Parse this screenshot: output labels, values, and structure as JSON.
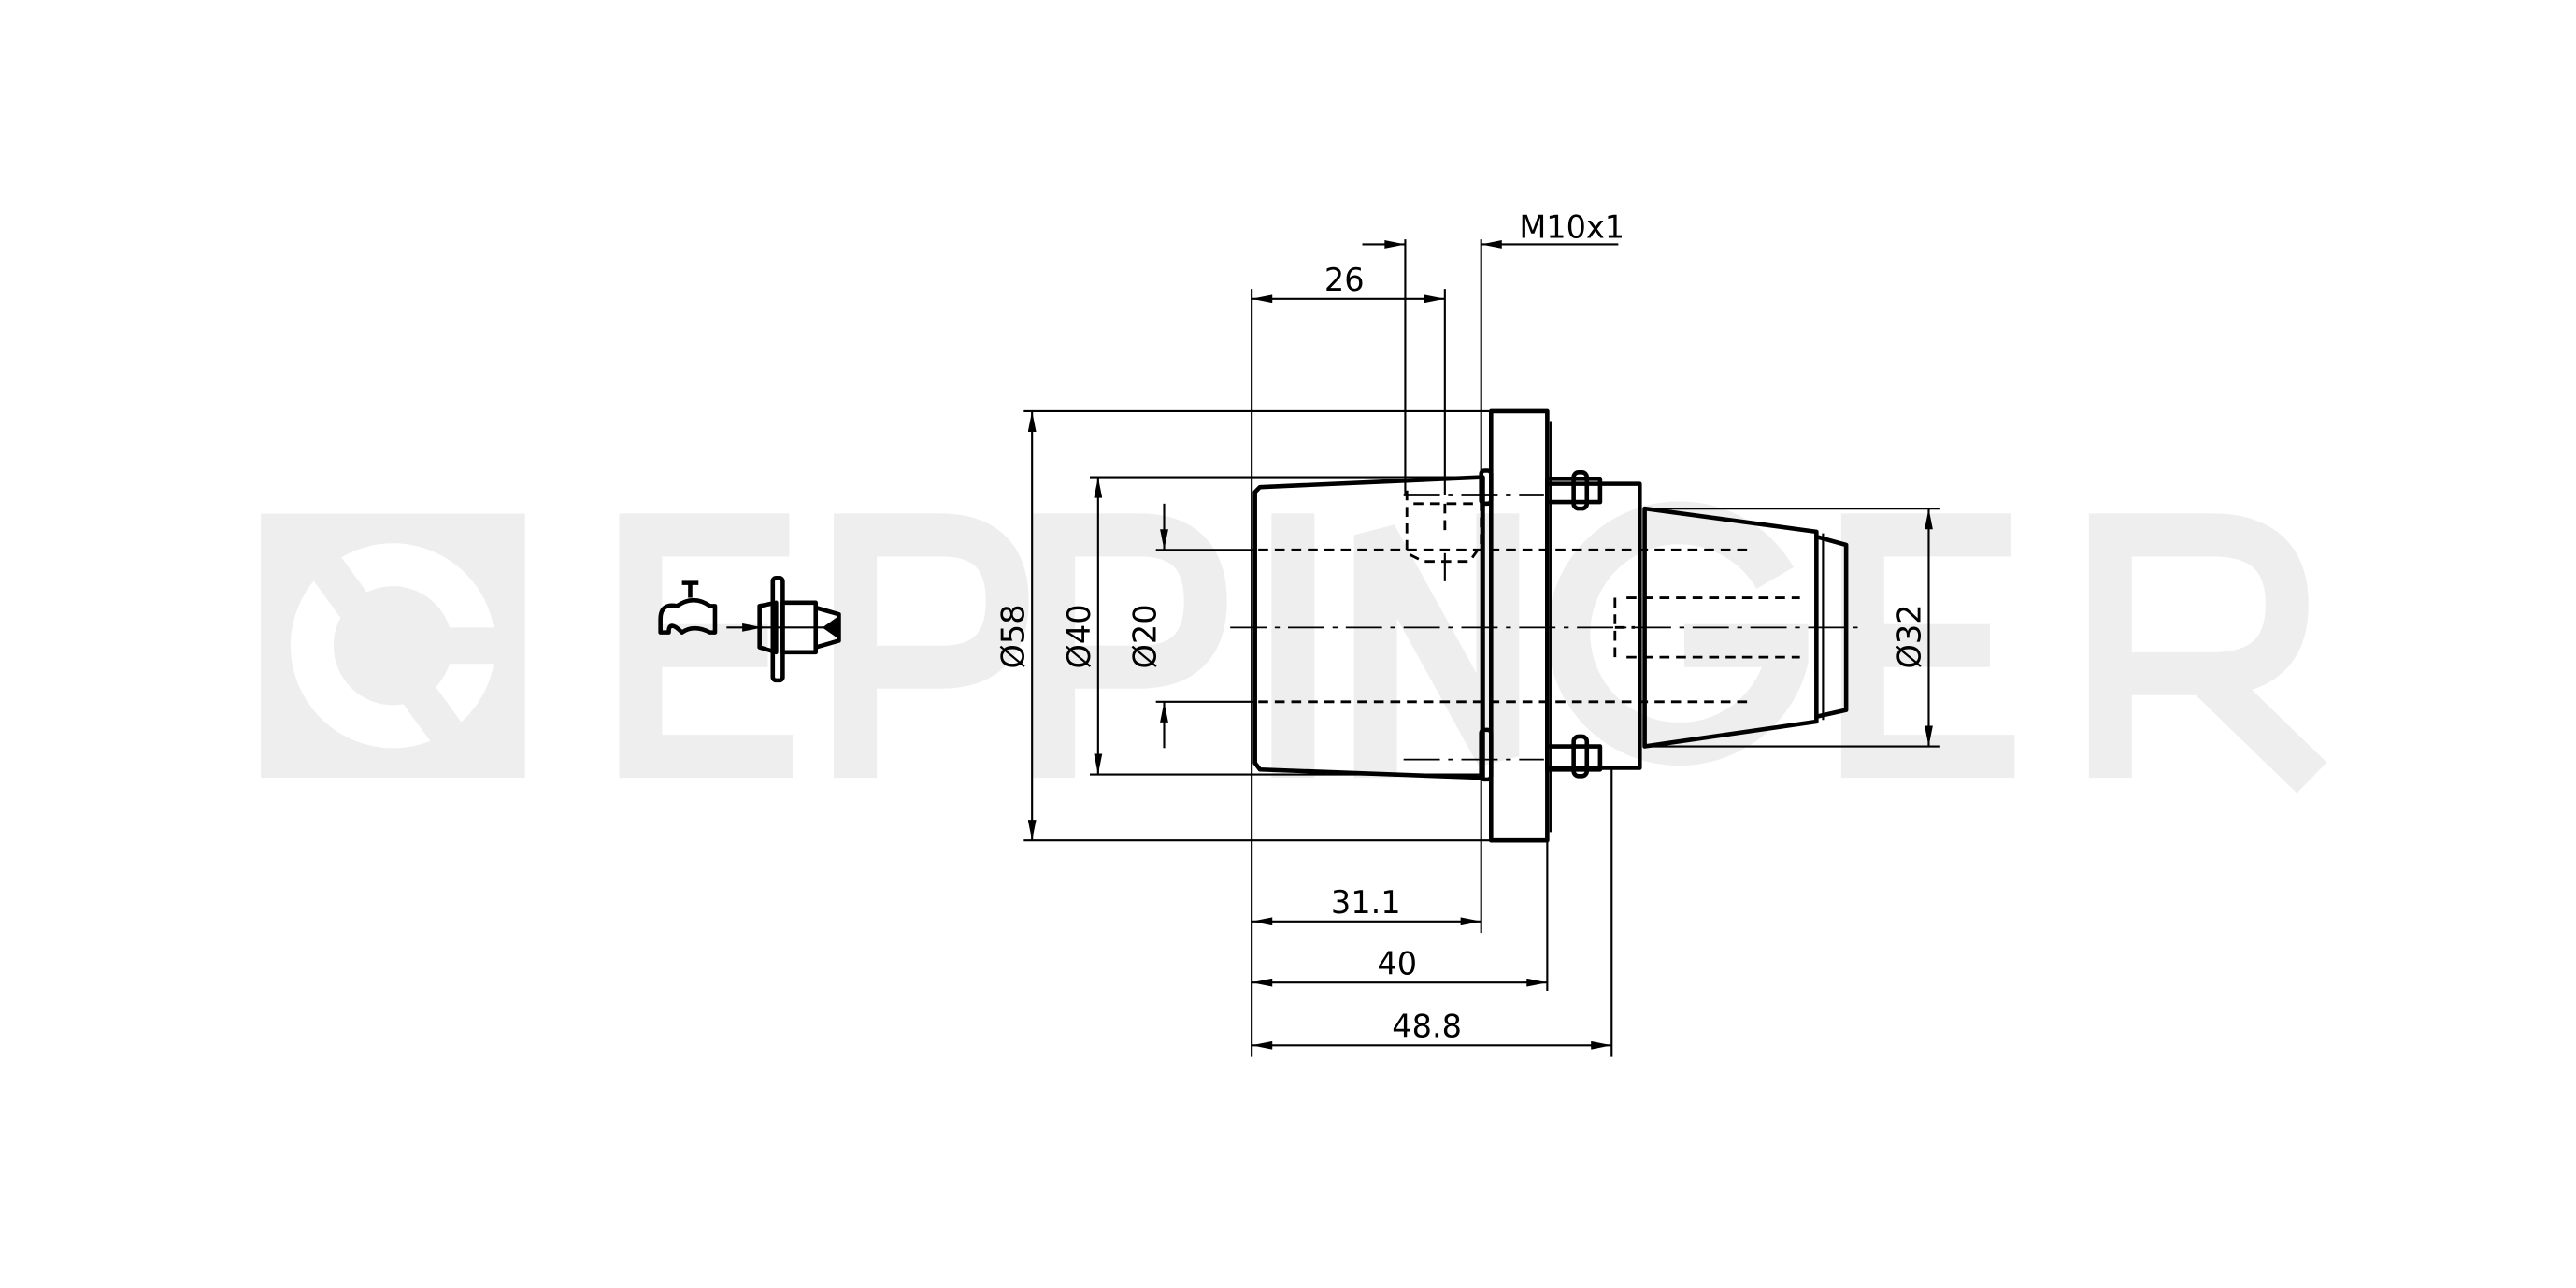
{
  "watermark": {
    "logo_text": "EPPINGER",
    "color": "#eeeeee"
  },
  "dimensions": {
    "thread": "M10x1",
    "d26": "26",
    "d31_1": "31.1",
    "d40": "40",
    "d48_8": "48.8",
    "dia58": "Ø58",
    "dia40": "Ø40",
    "dia20": "Ø20",
    "dia32": "Ø32"
  },
  "icons": {
    "coolant": "coolant-tap-icon",
    "holder": "tool-holder-icon"
  }
}
